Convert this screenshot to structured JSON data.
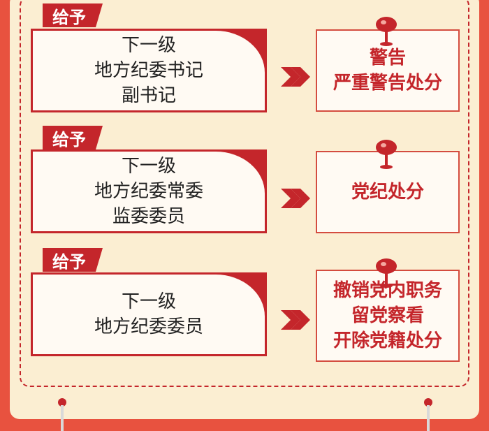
{
  "rows": [
    {
      "tag": "给予",
      "left_lines": [
        "下一级",
        "地方纪委书记",
        "副书记"
      ],
      "right_lines": [
        "警告",
        "严重警告处分"
      ]
    },
    {
      "tag": "给予",
      "left_lines": [
        "下一级",
        "地方纪委常委",
        "监委委员"
      ],
      "right_lines": [
        "党纪处分"
      ]
    },
    {
      "tag": "给予",
      "left_lines": [
        "下一级",
        "地方纪委委员"
      ],
      "right_lines": [
        "撤销党内职务",
        "留党察看",
        "开除党籍处分"
      ]
    }
  ],
  "colors": {
    "primary": "#c4262b",
    "background": "#e8523f",
    "panel": "#fbeed2",
    "card": "#fffaf3"
  },
  "icons": [
    "pin-icon",
    "double-arrow-icon"
  ]
}
